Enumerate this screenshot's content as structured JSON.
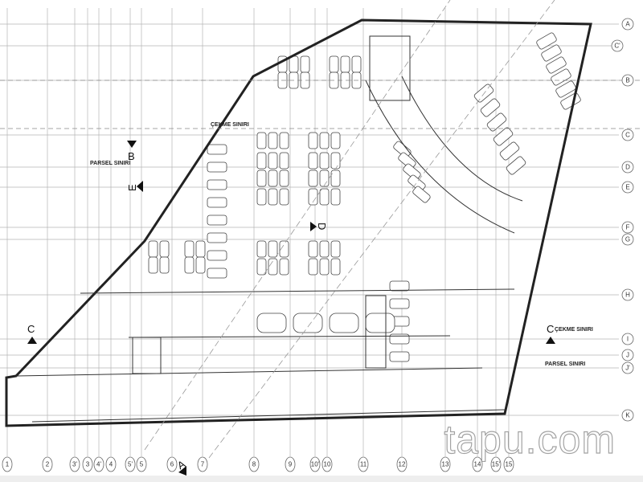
{
  "grid": {
    "columns": [
      "1",
      "2",
      "3'",
      "3",
      "4'",
      "4",
      "5'",
      "5",
      "6",
      "7",
      "8",
      "9",
      "10'",
      "10",
      "11",
      "12",
      "13",
      "14",
      "15'",
      "15"
    ],
    "rows": [
      "A",
      "C'",
      "B",
      "C",
      "D",
      "E",
      "F",
      "G",
      "H",
      "I",
      "J",
      "J'",
      "K"
    ]
  },
  "annotations": {
    "setback_top": "ÇEKME SINIRI",
    "parcel_left": "PARSEL SINIRI",
    "setback_right": "ÇEKME SINIRI",
    "parcel_right": "PARSEL SINIRI"
  },
  "section_markers": {
    "b": "B",
    "e": "E",
    "c_left": "C",
    "c_right": "C",
    "d": "D",
    "a": "A"
  },
  "watermark": "tapu.com",
  "colors": {
    "line": "#333333",
    "grid": "#b5b5b5",
    "background": "#ffffff"
  }
}
